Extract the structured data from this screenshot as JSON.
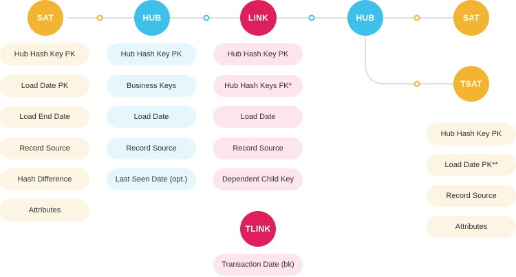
{
  "nodes": {
    "sat_left": "SAT",
    "hub_left": "HUB",
    "link": "LINK",
    "hub_right": "HUB",
    "sat_right": "SAT",
    "tsat": "TSAT",
    "tlink": "TLINK"
  },
  "columns": {
    "sat_left": [
      "Hub Hash Key PK",
      "Load Date PK",
      "Load End Date",
      "Record Source",
      "Hash Difference",
      "Attributes"
    ],
    "hub": [
      "Hub Hash Key PK",
      "Business Keys",
      "Load Date",
      "Record Source",
      "Last Seen Date (opt.)"
    ],
    "link": [
      "Hub Hash Key PK",
      "Hub Hash Keys FK*",
      "Load Date",
      "Record Source",
      "Dependent Child Key"
    ],
    "tlink": [
      "Transaction Date (bk)"
    ],
    "tsat": [
      "Hub Hash Key PK",
      "Load Date PK**",
      "Record Source",
      "Attributes"
    ]
  },
  "colors": {
    "sat": "#f2b431",
    "hub": "#3fc0ea",
    "link": "#de1f5c",
    "line": "#e0e0e0"
  }
}
